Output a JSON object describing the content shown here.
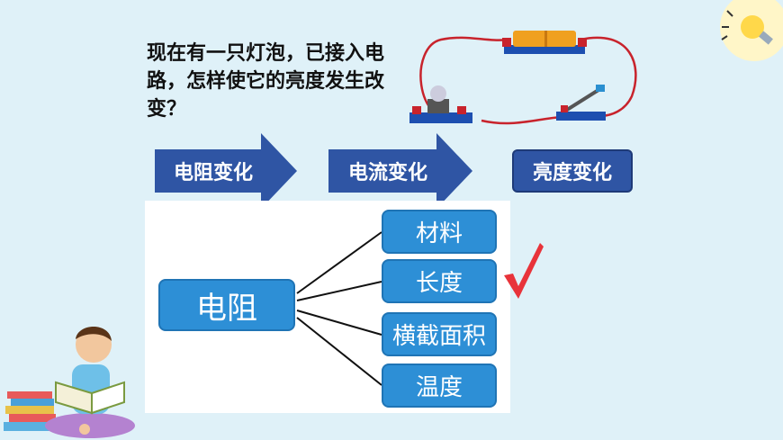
{
  "question": "现在有一只灯泡，已接入电路，怎样使它的亮度发生改变？",
  "flow": {
    "step1": "电阻变化",
    "step2": "电流变化",
    "step3": "亮度变化"
  },
  "mindmap": {
    "root": "电阻",
    "branches": [
      "材料",
      "长度",
      "横截面积",
      "温度"
    ]
  },
  "colors": {
    "background": "#dff1f8",
    "arrow": "#2f55a4",
    "node": "#2d8fd6",
    "check": "#e8333a"
  }
}
